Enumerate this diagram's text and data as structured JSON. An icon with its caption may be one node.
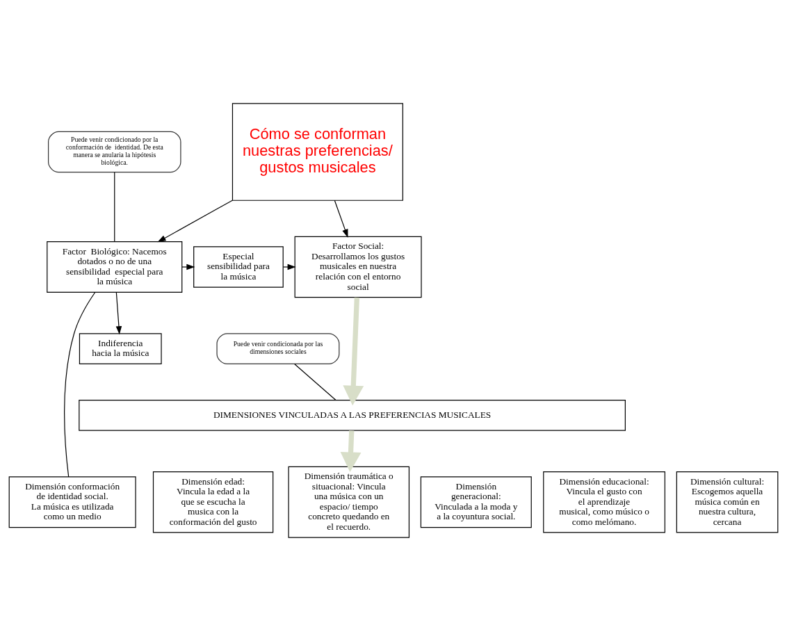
{
  "diagram": {
    "nodes": [
      {
        "text": [
          "Cómo se conforman nuestras preferencias/ gustos musicales"
        ]
      },
      {
        "text": [
          "Puede venir condicionado por la conformación de  identidad. De esta manera se anularia la hipótesis biológica."
        ]
      },
      {
        "text": [
          "Especial sensibilidad para la música"
        ]
      },
      {
        "text": [
          "Factor Social: Desarrollamos los gustos musicales en nuestra relación con el entorno social"
        ]
      },
      {
        "text": [
          "Factor  Biológico: Nacemos dotados o no de una sensibilidad  especial para la música"
        ]
      },
      {
        "text": [
          "Indiferencia hacia la música"
        ]
      },
      {
        "text": [
          "Puede venir condicionada por las dimensiones sociales"
        ]
      },
      {
        "text": [
          "DIMENSIONES VINCULADAS A LAS PREFERENCIAS MUSICALES"
        ]
      },
      {
        "text": [
          "Dimensión conformación de identidad social. La música es utilizada como un medio"
        ]
      },
      {
        "text": [
          "Dimensión edad: Vincula la edad a la que se escucha la musica con la conformación del gusto"
        ]
      },
      {
        "text": [
          "Dimensión traumática o situacional: Vincula una música con un espacio/ tiempo concreto quedando en el recuerdo."
        ]
      },
      {
        "text": [
          "Dimensión generacional: Vinculada a la moda y a la coyuntura social."
        ]
      },
      {
        "text": [
          "Dimensión educacional: Vincula el gusto con el aprendizaje musical, como músico o como melómano."
        ]
      },
      {
        "text": [
          "Dimensión cultural: Escogemos aquella música común en nuestra cultura, cercana"
        ]
      }
    ],
    "edges": [
      {
        "from": 0,
        "to": 3,
        "arrow": "to"
      },
      {
        "from": 0,
        "to": 4,
        "arrow": "to"
      },
      {
        "from": 4,
        "to": 2,
        "arrow": "to"
      },
      {
        "from": 4,
        "to": 5,
        "arrow": "to"
      },
      {
        "from": 2,
        "to": 3,
        "arrow": "to"
      },
      {
        "from": 1,
        "to": 4,
        "arrow": "none"
      },
      {
        "from": 6,
        "to": 7,
        "arrow": "none"
      },
      {
        "from": 4,
        "to": 8,
        "arrow": "none"
      },
      {
        "from": 3,
        "to": 7,
        "arrow": "to",
        "style": "thick",
        "color": "#d8dec8"
      },
      {
        "from": 7,
        "to": 10,
        "arrow": "to",
        "style": "thick",
        "color": "#d8dec8"
      }
    ]
  }
}
